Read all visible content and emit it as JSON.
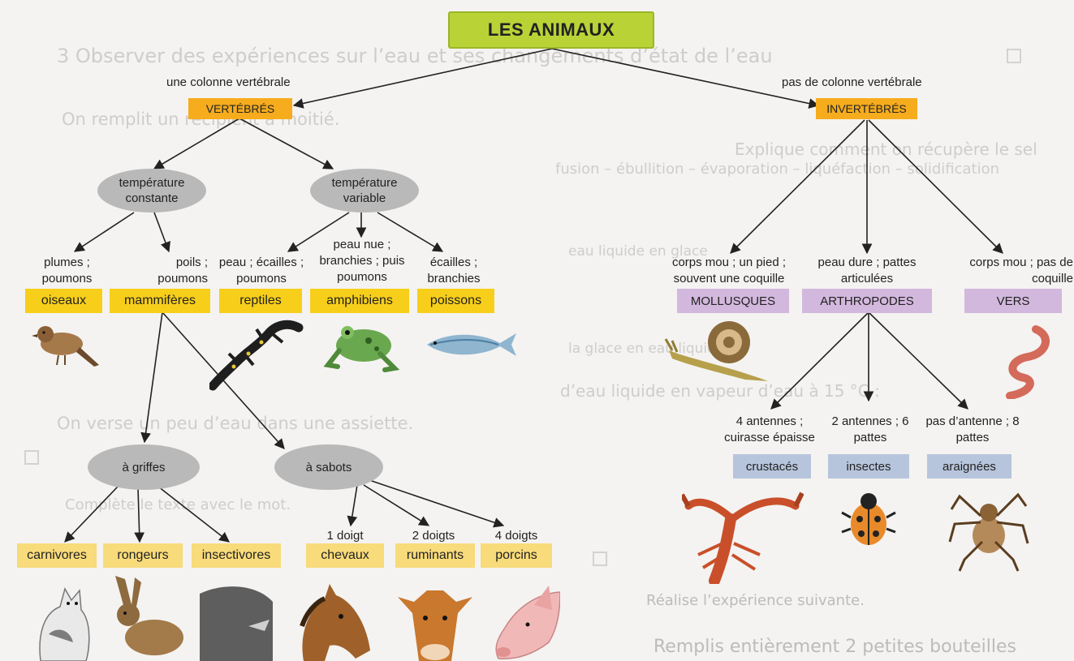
{
  "title": "LES ANIMAUX",
  "branches": {
    "left_caption": "une colonne vertébrale",
    "left": "VERTÉBRÉS",
    "right_caption": "pas de colonne vertébrale",
    "right": "INVERTÉBRÉS"
  },
  "temperatures": {
    "constant": "température constante",
    "variable": "température variable"
  },
  "vertebrate_groups": [
    {
      "caption": "plumes ; poumons",
      "name": "oiseaux"
    },
    {
      "caption": "poils ; poumons",
      "name": "mammifères"
    },
    {
      "caption": "peau ; écailles ; poumons",
      "name": "reptiles"
    },
    {
      "caption": "peau nue ; branchies ; puis poumons",
      "name": "amphibiens"
    },
    {
      "caption": "écailles ; branchies",
      "name": "poissons"
    }
  ],
  "mammal_types": {
    "claws": "à griffes",
    "hooves": "à sabots"
  },
  "claw_groups": [
    "carnivores",
    "rongeurs",
    "insectivores"
  ],
  "hoof_groups": [
    {
      "caption": "1 doigt",
      "name": "chevaux"
    },
    {
      "caption": "2 doigts",
      "name": "ruminants"
    },
    {
      "caption": "4 doigts",
      "name": "porcins"
    }
  ],
  "invertebrate_groups": [
    {
      "caption": "corps mou ; un pied ; souvent une coquille",
      "name": "MOLLUSQUES"
    },
    {
      "caption": "peau dure ; pattes articulées",
      "name": "ARTHROPODES"
    },
    {
      "caption": "corps mou ; pas de coquille",
      "name": "VERS"
    }
  ],
  "arthropod_groups": [
    {
      "caption": "4 antennes ; cuirasse épaisse",
      "name": "crustacés"
    },
    {
      "caption": "2 antennes ; 6 pattes",
      "name": "insectes"
    },
    {
      "caption": "pas d’antenne ; 8 pattes",
      "name": "araignées"
    }
  ],
  "background_lines": [
    "3 Observer des expériences sur l’eau et ses changements d’état de l’eau",
    "On remplit un récipient à moitié.",
    "Explique comment on récupère le sel",
    "fusion – ébullition – évaporation – liquéfaction – solidification",
    "eau liquide en glace",
    "la glace en eau liquide",
    "d’eau liquide en vapeur d’eau à 15 °C :",
    "On verse un peu d’eau dans une assiette.",
    "Complète le texte avec le mot.",
    "Réalise l’expérience suivante.",
    "Remplis entièrement 2 petites bouteilles"
  ]
}
